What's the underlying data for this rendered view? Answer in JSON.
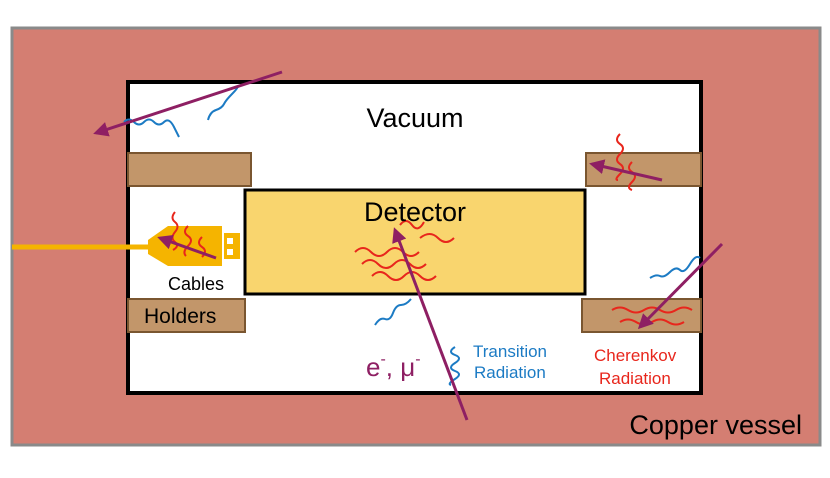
{
  "labels": {
    "vacuum": "Vacuum",
    "detector": "Detector",
    "cables": "Cables",
    "holders": "Holders",
    "copper_vessel": "Copper vessel",
    "particle_e": "e",
    "particle_mu": "μ",
    "particle_sep": ", ",
    "minus": "-",
    "transition_line1": "Transition",
    "transition_line2": "Radiation",
    "cherenkov_line1": "Cherenkov",
    "cherenkov_line2": "Radiation"
  },
  "colors": {
    "copper": "#d47e72",
    "vessel_border": "#8a8a8a",
    "vacuum": "#ffffff",
    "detector": "#f9d56e",
    "holder": "#c2966a",
    "holder_border": "#7a5630",
    "cable": "#f5b400",
    "particle_track": "#8e1f63",
    "transition_radiation": "#1c7bc4",
    "cherenkov_radiation": "#e8261c"
  }
}
